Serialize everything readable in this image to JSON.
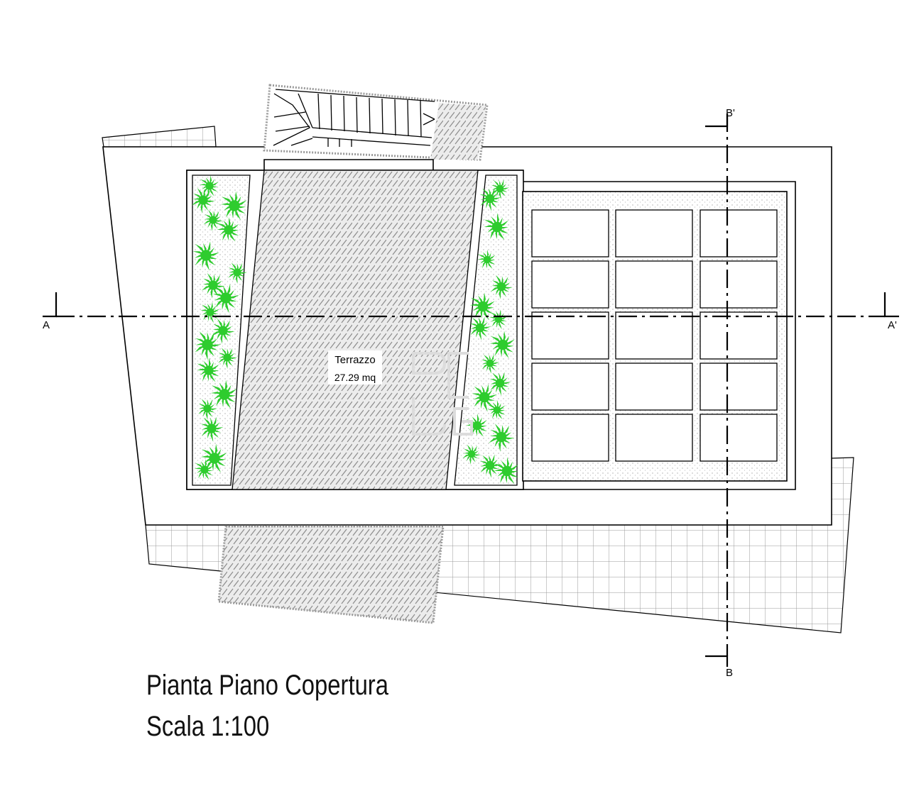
{
  "drawing": {
    "title": "Pianta Piano Copertura",
    "scale": "Scala 1:100"
  },
  "room": {
    "name": "Terrazzo",
    "area": "27.29 mq"
  },
  "sections": {
    "a_left": "A",
    "a_right": "A'",
    "b_top": "B'",
    "b_bottom": "B"
  },
  "colors": {
    "line": "#000000",
    "grid": "#9a9a9a",
    "hatch": "#8c8c8c",
    "plant": "#2ecc2e"
  }
}
